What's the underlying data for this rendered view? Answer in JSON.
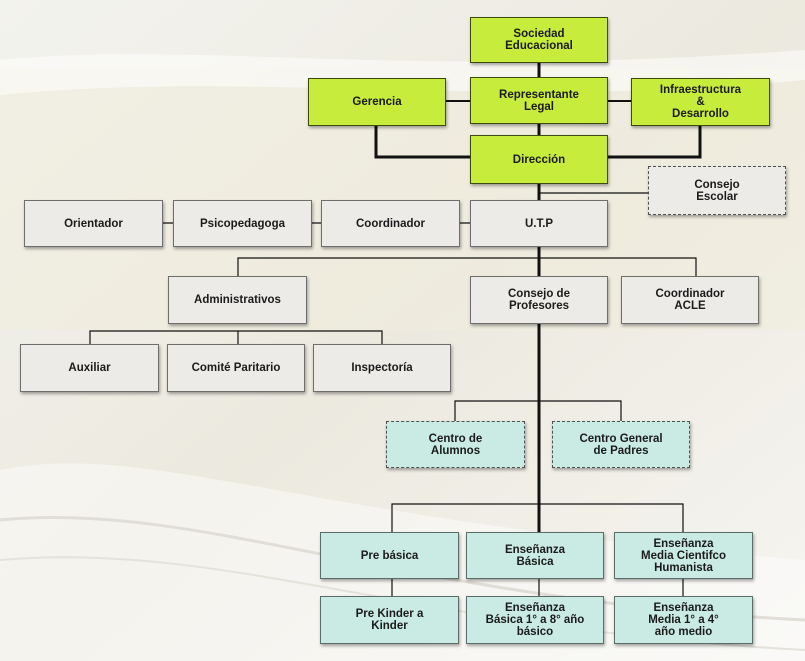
{
  "nodes": {
    "sociedad": "Sociedad\nEducacional",
    "gerencia": "Gerencia",
    "representante": "Representante\nLegal",
    "infraestructura": "Infraestructura\n&\nDesarrollo",
    "direccion": "Dirección",
    "consejo_escolar": "Consejo\nEscolar",
    "orientador": "Orientador",
    "psicopedagoga": "Psicopedagoga",
    "coordinador": "Coordinador",
    "utp": "U.T.P",
    "administrativos": "Administrativos",
    "consejo_profesores": "Consejo de\nProfesores",
    "coordinador_acle": "Coordinador\nACLE",
    "auxiliar": "Auxiliar",
    "comite": "Comité Paritario",
    "inspectoria": "Inspectoría",
    "centro_alumnos": "Centro de\nAlumnos",
    "centro_padres": "Centro General\nde Padres",
    "pre_basica": "Pre básica",
    "ens_basica": "Enseñanza\nBásica",
    "ens_media": "Enseñanza\nMedia Cientifco\nHumanista",
    "pre_kinder": "Pre Kinder a\nKinder",
    "basica_detalle": "Enseñanza\nBásica 1° a 8° año\nbásico",
    "media_detalle": "Enseñanza\nMedia 1° a 4°\naño medio"
  },
  "colors": {
    "green": "#c8ec3c",
    "grey": "#ecebe8",
    "mint": "#c9ebe3",
    "line": "#111111"
  }
}
